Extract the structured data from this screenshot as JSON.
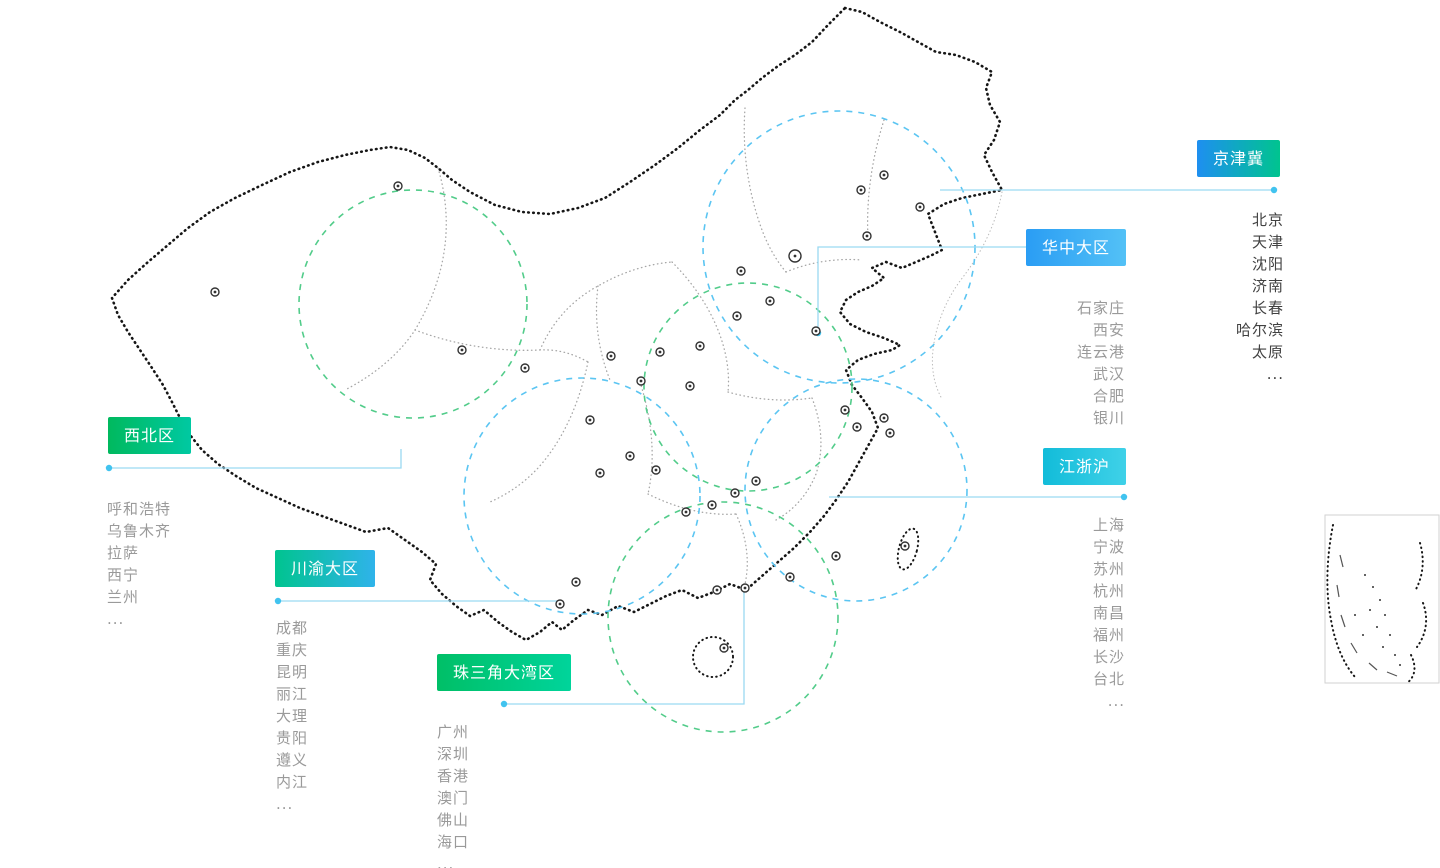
{
  "regions": [
    {
      "name": "jingjinji",
      "label": "京津冀",
      "cities": [
        "北京",
        "天津",
        "沈阳",
        "济南",
        "长春",
        "哈尔滨",
        "太原",
        "..."
      ]
    },
    {
      "name": "huazhong",
      "label": "华中大区",
      "cities": [
        "石家庄",
        "西安",
        "连云港",
        "武汉",
        "合肥",
        "银川"
      ]
    },
    {
      "name": "xibei",
      "label": "西北区",
      "cities": [
        "呼和浩特",
        "乌鲁木齐",
        "拉萨",
        "西宁",
        "兰州",
        "..."
      ]
    },
    {
      "name": "jiangzhehu",
      "label": "江浙沪",
      "cities": [
        "上海",
        "宁波",
        "苏州",
        "杭州",
        "南昌",
        "福州",
        "长沙",
        "台北",
        "..."
      ]
    },
    {
      "name": "chuanyu",
      "label": "川渝大区",
      "cities": [
        "成都",
        "重庆",
        "昆明",
        "丽江",
        "大理",
        "贵阳",
        "遵义",
        "内江",
        "..."
      ]
    },
    {
      "name": "zhusanjiao",
      "label": "珠三角大湾区",
      "cities": [
        "广州",
        "深圳",
        "香港",
        "澳门",
        "佛山",
        "海口",
        "..."
      ]
    }
  ],
  "colors": {
    "label_blue": "#2a9df4",
    "label_green": "#00bf67",
    "label_cyan": "#12bcd9",
    "label_teal": "#00c48f",
    "connector_line": "#9ad9f2",
    "connector_dot": "#41c3ef",
    "circle_blue": "#5bc5f2",
    "circle_green": "#52cc8a",
    "map_outline": "#161616",
    "province_border": "#a6a6a6",
    "city_text": "#9a9a9a",
    "city_text_dark": "#414141"
  },
  "map": {
    "markers": [
      [
        398,
        186
      ],
      [
        795,
        256,
        6
      ],
      [
        770,
        301
      ],
      [
        741,
        271
      ],
      [
        816,
        331
      ],
      [
        861,
        190
      ],
      [
        884,
        175
      ],
      [
        920,
        207
      ],
      [
        867,
        236
      ],
      [
        737,
        316
      ],
      [
        700,
        346
      ],
      [
        660,
        352
      ],
      [
        611,
        356
      ],
      [
        641,
        381
      ],
      [
        690,
        386
      ],
      [
        590,
        420
      ],
      [
        630,
        456
      ],
      [
        656,
        470
      ],
      [
        845,
        410
      ],
      [
        857,
        427
      ],
      [
        884,
        418
      ],
      [
        890,
        433
      ],
      [
        756,
        481
      ],
      [
        735,
        493
      ],
      [
        712,
        505
      ],
      [
        686,
        512
      ],
      [
        600,
        473
      ],
      [
        560,
        604
      ],
      [
        576,
        582
      ],
      [
        717,
        590
      ],
      [
        745,
        588
      ],
      [
        724,
        648
      ],
      [
        790,
        577
      ],
      [
        836,
        556
      ],
      [
        905,
        546
      ],
      [
        525,
        368
      ],
      [
        215,
        292
      ],
      [
        462,
        350
      ]
    ]
  }
}
